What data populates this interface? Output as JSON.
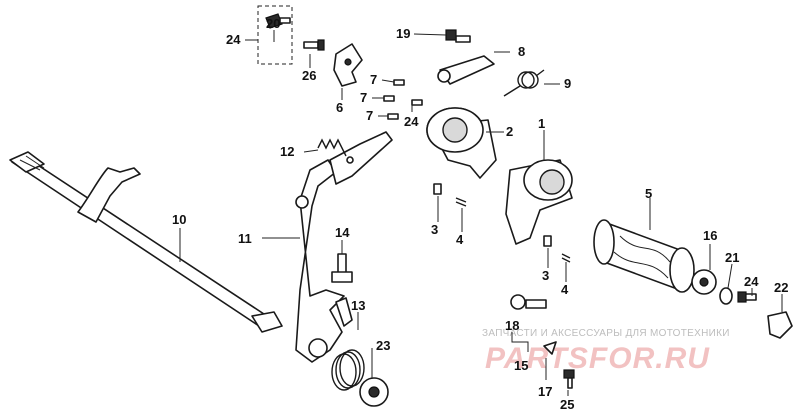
{
  "callouts": {
    "c1": "1",
    "c2": "2",
    "c3a": "3",
    "c3b": "3",
    "c4a": "4",
    "c4b": "4",
    "c5": "5",
    "c6": "6",
    "c7a": "7",
    "c7b": "7",
    "c7c": "7",
    "c8": "8",
    "c9": "9",
    "c10": "10",
    "c11": "11",
    "c12": "12",
    "c13": "13",
    "c14": "14",
    "c15": "15",
    "c16": "16",
    "c17": "17",
    "c18": "18",
    "c19": "19",
    "c20": "20",
    "c21": "21",
    "c22": "22",
    "c23": "23",
    "c24a": "24",
    "c24b": "24",
    "c24c": "24",
    "c25": "25",
    "c26": "26"
  },
  "watermark": {
    "tagline": "ЗАПЧАСТИ И АКСЕССУАРЫ ДЛЯ МОТОТЕХНИКИ",
    "brand": "PARTSFOR.RU"
  },
  "colors": {
    "ink": "#1a1a1a",
    "watermark": "#f2c2c2"
  }
}
